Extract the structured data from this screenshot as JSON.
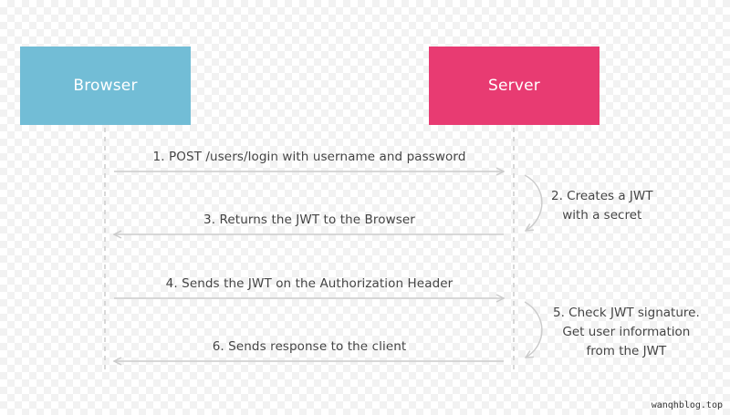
{
  "actors": {
    "browser": {
      "label": "Browser",
      "color": "#72bdd6"
    },
    "server": {
      "label": "Server",
      "color": "#e83b72"
    }
  },
  "messages": [
    {
      "step": 1,
      "text": "1. POST /users/login with username and password",
      "direction": "browser-to-server"
    },
    {
      "step": 3,
      "text": "3. Returns the JWT to the Browser",
      "direction": "server-to-browser"
    },
    {
      "step": 4,
      "text": "4. Sends the JWT on the Authorization Header",
      "direction": "browser-to-server"
    },
    {
      "step": 6,
      "text": "6. Sends response to the client",
      "direction": "server-to-browser"
    }
  ],
  "notes": [
    {
      "step": 2,
      "lines": [
        "2. Creates a JWT",
        "with a secret"
      ]
    },
    {
      "step": 5,
      "lines": [
        "5. Check JWT signature.",
        "Get user information",
        "from the JWT"
      ]
    }
  ],
  "watermark": "wanqhblog.top",
  "colors": {
    "lifeline": "#cccccc",
    "arrow": "#cccccc",
    "text": "#444444"
  }
}
